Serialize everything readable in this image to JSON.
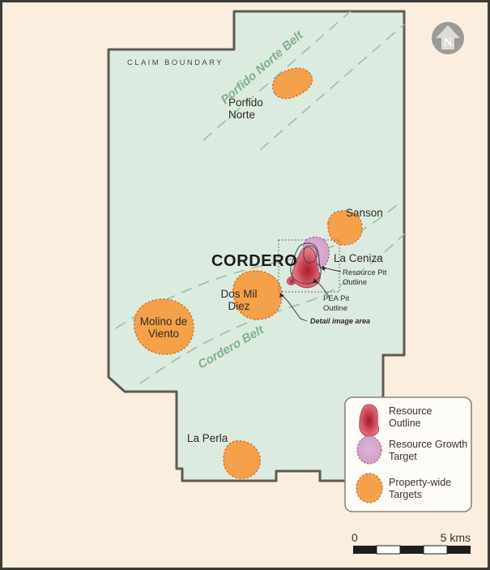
{
  "map": {
    "title_label": "CORDERO",
    "claim_boundary_label": "CLAIM  BOUNDARY",
    "belts": [
      {
        "name": "porfido-norte-belt",
        "label": "Porfido Norte Belt"
      },
      {
        "name": "cordero-belt",
        "label": "Cordero Belt"
      }
    ],
    "targets": [
      {
        "name": "porfido-norte",
        "label_line1": "Porfido",
        "label_line2": "Norte",
        "type": "property-wide"
      },
      {
        "name": "sanson",
        "label_line1": "Sanson",
        "label_line2": "",
        "type": "property-wide"
      },
      {
        "name": "dos-mil-diez",
        "label_line1": "Dos Mil",
        "label_line2": "Diez",
        "type": "property-wide"
      },
      {
        "name": "molino-de-viento",
        "label_line1": "Molino de",
        "label_line2": "Viento",
        "type": "property-wide"
      },
      {
        "name": "la-perla",
        "label_line1": "La Perla",
        "label_line2": "",
        "type": "property-wide"
      },
      {
        "name": "la-ceniza",
        "label_line1": "La Ceniza",
        "label_line2": "",
        "type": "resource-growth"
      }
    ],
    "callouts": [
      {
        "name": "resource-pit-outline",
        "line1": "Resource Pit",
        "line2": "Outline"
      },
      {
        "name": "pea-pit-outline",
        "line1": "PEA Pit",
        "line2": "Outline"
      },
      {
        "name": "detail-image-area",
        "line1": "Detail image area",
        "line2": ""
      }
    ],
    "north_arrow": {
      "letter": "N"
    },
    "scale_bar": {
      "min_label": "0",
      "max_label": "5 kms"
    }
  },
  "legend": {
    "items": [
      {
        "name": "resource-outline",
        "line1": "Resource",
        "line2": "Outline",
        "swatch": "resource"
      },
      {
        "name": "resource-growth-target",
        "line1": "Resource Growth",
        "line2": "Target",
        "swatch": "growth"
      },
      {
        "name": "property-wide-targets",
        "line1": "Property-wide",
        "line2": "Targets",
        "swatch": "property"
      }
    ]
  },
  "colors": {
    "page_background": "#fceede",
    "frame_border": "#3b3b3b",
    "claim_fill": "#dcebe0",
    "claim_stroke": "#5f5a52",
    "belt_line": "#9ec6a8",
    "belt_text": "#7fb08e",
    "target_fill": "#f5a council",
    "property_target_fill": "#f4a14a",
    "property_target_stroke": "#d4752a",
    "growth_target_fill": "#d7a3cd",
    "growth_target_stroke": "#b3618f",
    "resource_fill": "#e06b7e",
    "resource_core": "#b02430",
    "pit_stroke": "#4a4a4a",
    "legend_background": "#fdfcf8",
    "legend_border": "#8a857c",
    "north_arrow_fill": "#9b9b98",
    "scale_dark": "#1d1d1d"
  }
}
